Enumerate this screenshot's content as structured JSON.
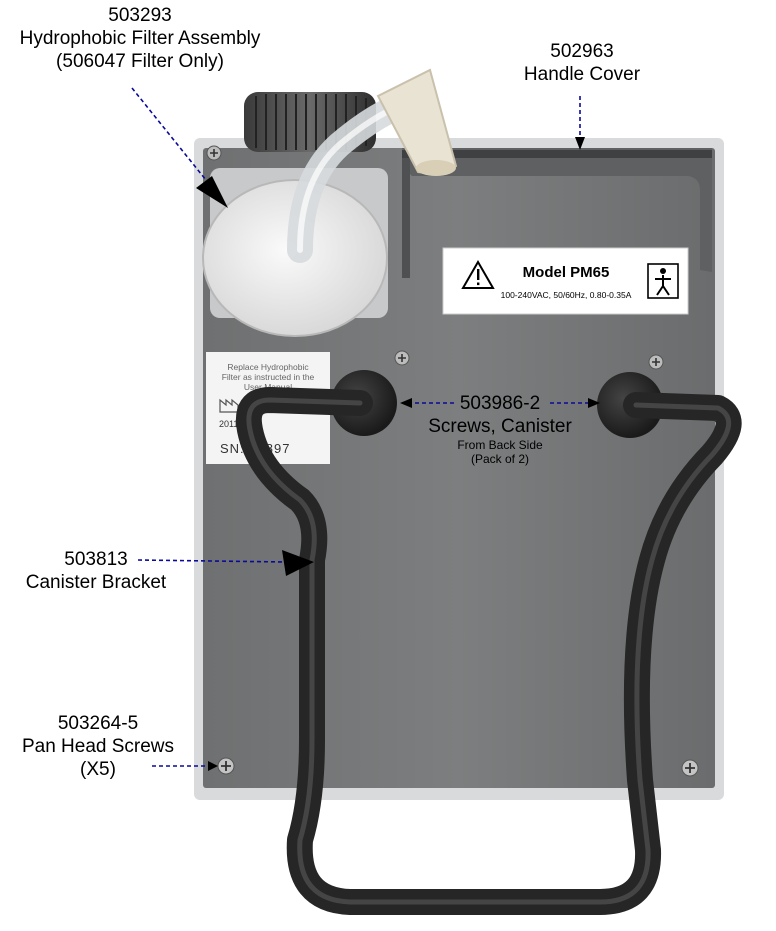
{
  "callouts": {
    "filter": {
      "part_number": "503293",
      "name": "Hydrophobic Filter Assembly",
      "note": "(506047 Filter Only)"
    },
    "handle_cover": {
      "part_number": "502963",
      "name": "Handle Cover"
    },
    "canister_screws": {
      "part_number": "503986-2",
      "name": "Screws, Canister",
      "note1": "From Back Side",
      "note2": "(Pack of 2)"
    },
    "canister_bracket": {
      "part_number": "503813",
      "name": "Canister Bracket"
    },
    "pan_head_screws": {
      "part_number": "503264-5",
      "name": "Pan Head Screws",
      "note": "(X5)"
    }
  },
  "device_labels": {
    "model_label": {
      "model": "Model PM65",
      "rating": "100-240VAC, 50/60Hz, 0.80-0.35A"
    },
    "filter_sticker": {
      "line1": "Replace Hydrophobic",
      "line2": "Filter as instructed in the",
      "line3": "User Manual",
      "year": "2011",
      "serial": "SN: 04897"
    }
  },
  "icons": {
    "warning": "warning-triangle-icon",
    "body_type": "body-type-person-icon",
    "manufacture_date": "factory-icon"
  },
  "colors": {
    "panel": "#77797a",
    "arrow": "#0a0a9a",
    "tubing": "#2b2b2b"
  }
}
